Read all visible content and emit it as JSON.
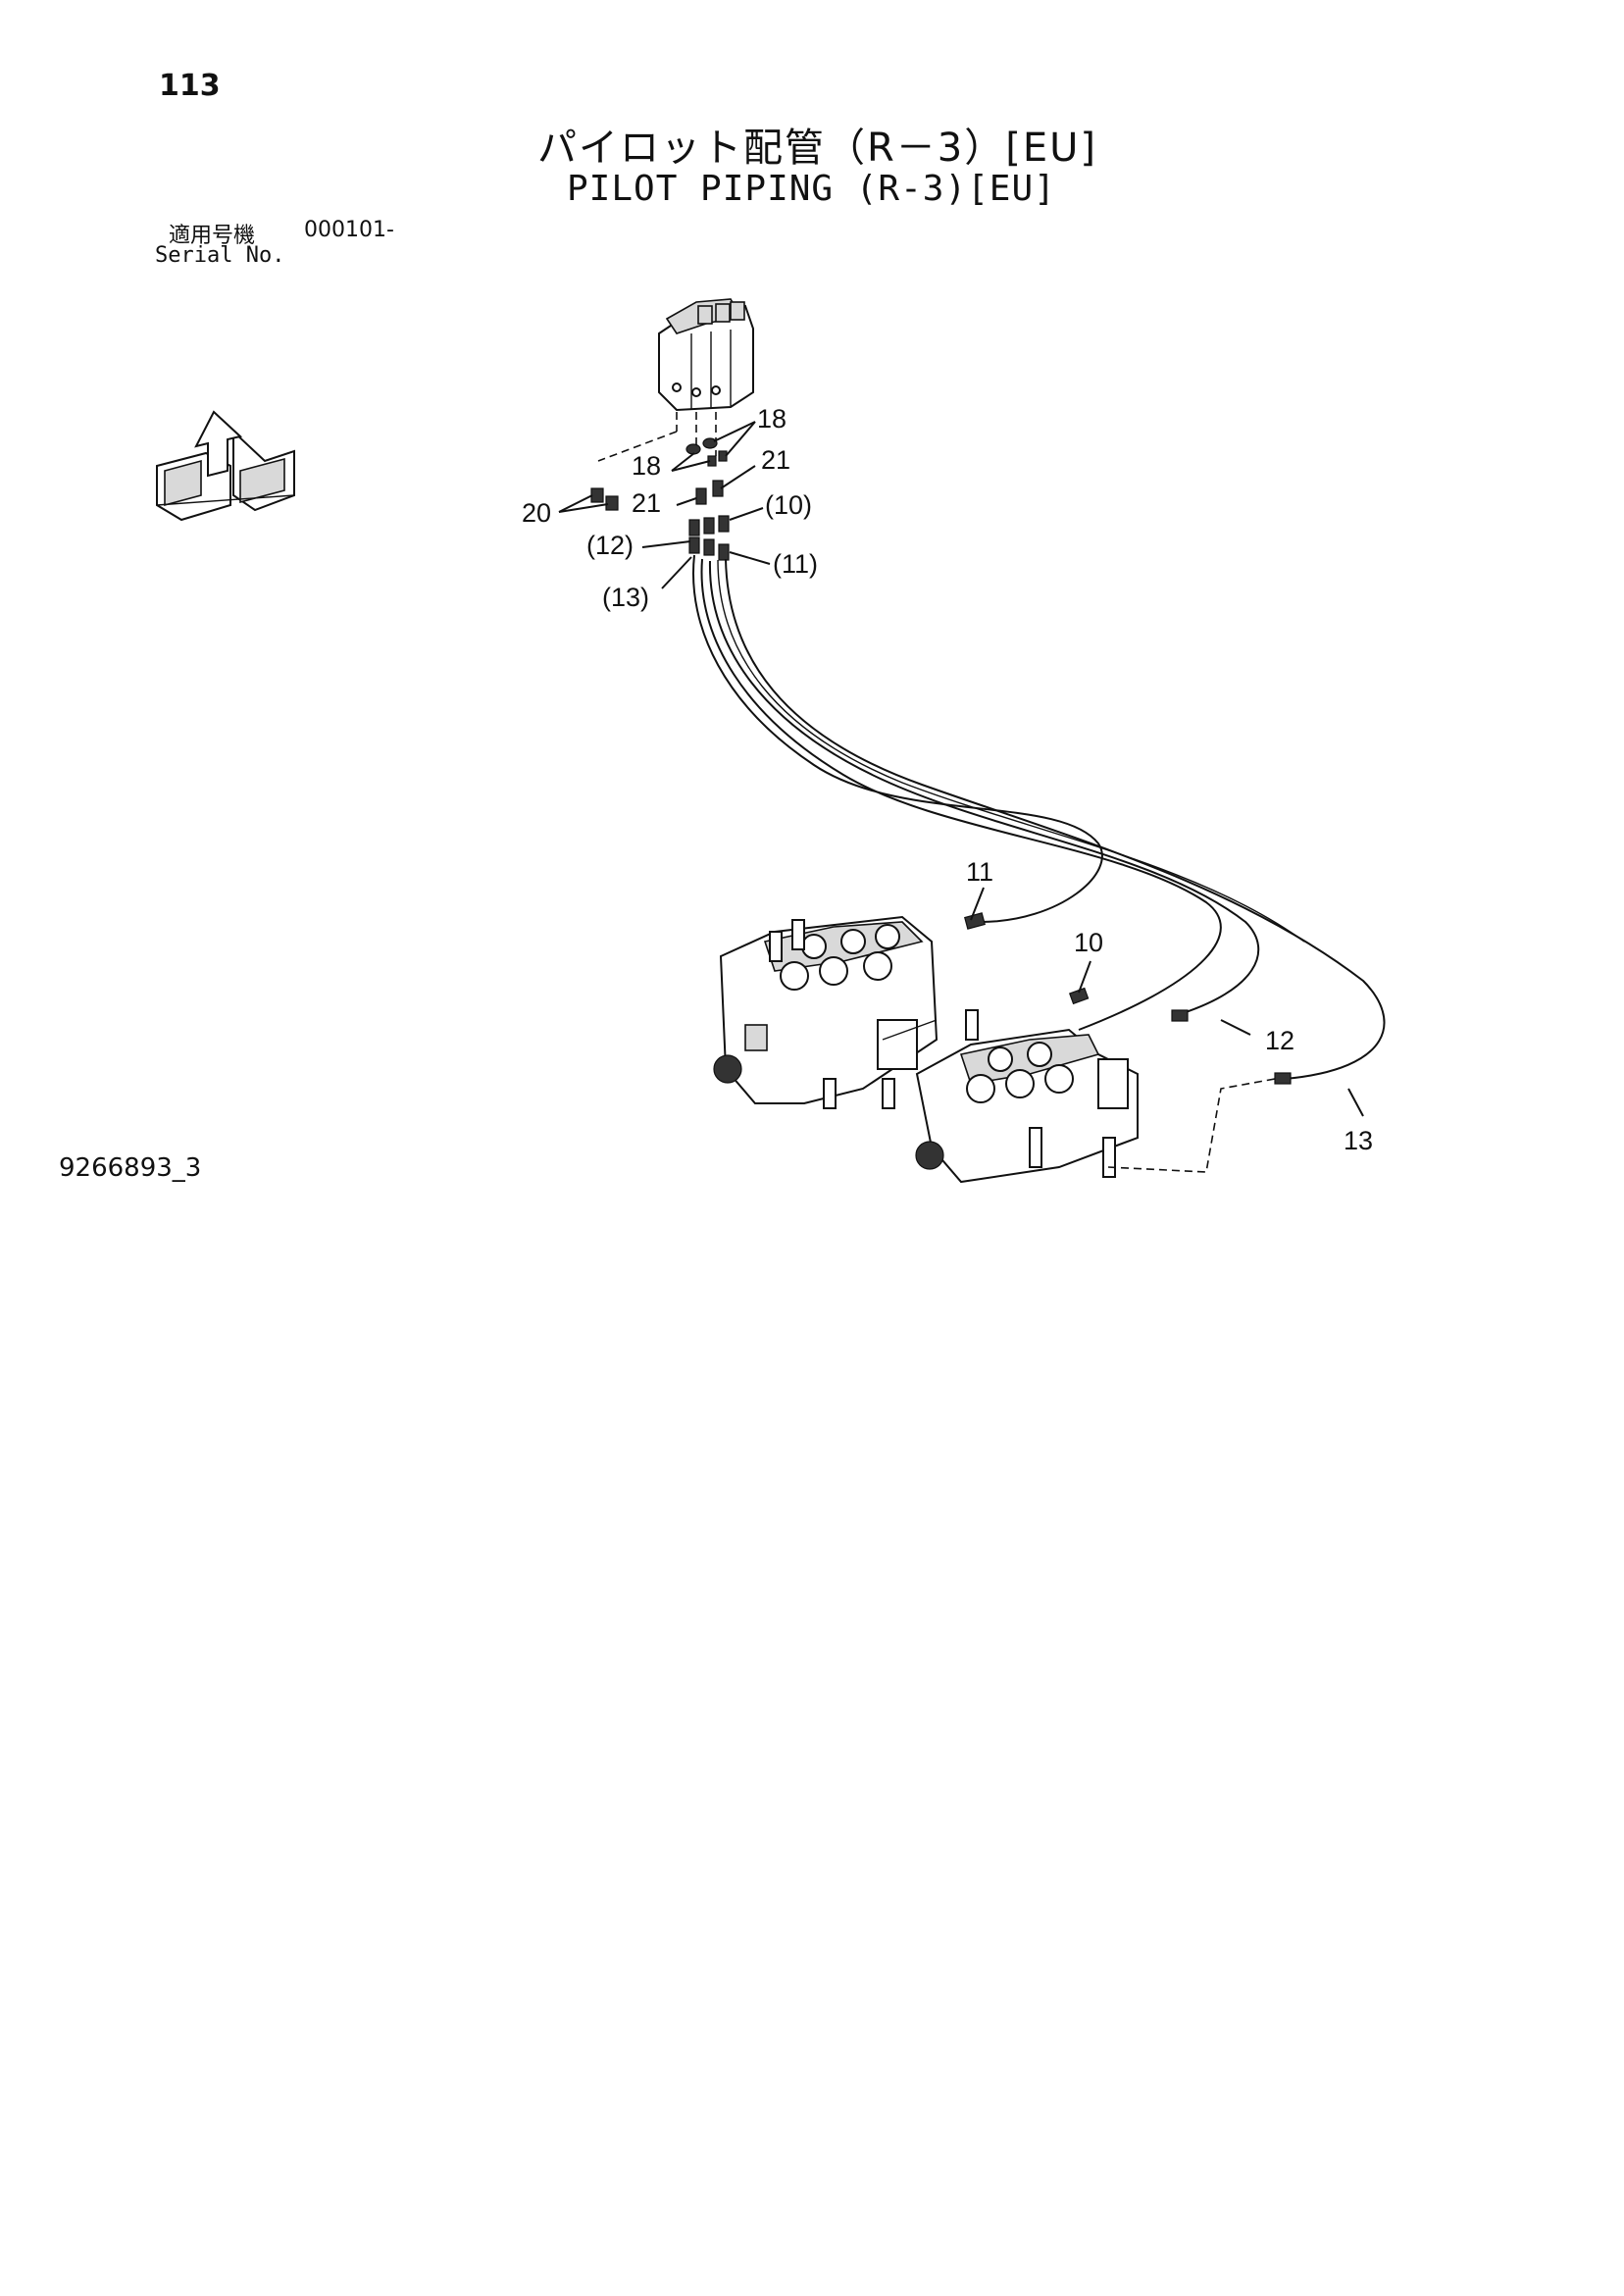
{
  "page_number": "113",
  "title_jp": "パイロット配管（R－3）[EU]",
  "title_en": "PILOT PIPING (R-3)[EU]",
  "serial": {
    "label_jp": "適用号機",
    "value": "000101-",
    "label_en": "Serial No."
  },
  "drawing_number": "9266893_3",
  "callouts": {
    "c18a": "18",
    "c18b": "18",
    "c21a": "21",
    "c21b": "21",
    "c20": "20",
    "c10p": "(10)",
    "c12p": "(12)",
    "c11p": "(11)",
    "c13p": "(13)",
    "c11": "11",
    "c10": "10",
    "c12": "12",
    "c13": "13"
  },
  "icons": [
    "orientation-arrow-icon"
  ]
}
